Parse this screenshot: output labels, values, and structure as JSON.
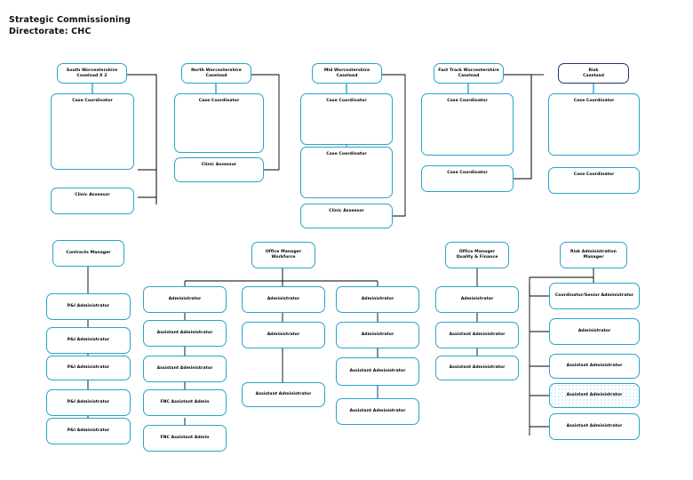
{
  "title": "Strategic Commissioning\nDirectorate: CHC",
  "colors": {
    "box_border": "#29A3CC",
    "box_border_navy": "#1F3864",
    "connector": "#000000",
    "text": "#000000",
    "background": "#FFFFFF"
  },
  "chart_data": {
    "type": "diagram",
    "title": "Strategic Commissioning Directorate: CHC",
    "diagram_kind": "organisational-chart"
  },
  "top_section": {
    "columns": [
      {
        "lead": "South Worcestershire\nCaseload X 2",
        "nodes": [
          "Case Coordinator",
          "Clinic Assessor"
        ]
      },
      {
        "lead": "North Worcestershire\nCaseload",
        "nodes": [
          "Case Coordinator",
          "Clinic Assessor"
        ]
      },
      {
        "lead": "Mid Worcestershire\nCaseload",
        "nodes": [
          "Case Coordinator",
          "Case Coordinator",
          "Clinic Assessor"
        ]
      },
      {
        "lead": "Fast Track Worcestershire\nCaseload",
        "nodes": [
          "Case Coordinator",
          "Case Coordinator"
        ]
      },
      {
        "lead": "Risk\nCaseload",
        "nodes": [
          "Case Coordinator",
          "Case Coordinator"
        ]
      }
    ]
  },
  "bottom_section": {
    "columns": [
      {
        "manager": "Contracts Manager",
        "nodes": [
          "P&I Administrator",
          "P&I Administrator",
          "P&I Administrator",
          "P&I Administrator",
          "P&I Administrator"
        ]
      },
      {
        "manager": "Office Manager\nWorkforce",
        "nodes": [
          "Administrator",
          "Assistant Administrator",
          "Assistant Administrator",
          "FNC Assistant Admin",
          "FNC Assistant Admin"
        ]
      },
      {
        "manager": "",
        "nodes": [
          "Administrator",
          "Administrator",
          "Assistant Administrator"
        ]
      },
      {
        "manager": "",
        "nodes": [
          "Administrator",
          "Administrator",
          "Assistant Administrator",
          "Assistant Administrator"
        ]
      },
      {
        "manager": "Office Manager\nQuality & Finance",
        "nodes": [
          "Administrator",
          "Assistant Administrator",
          "Assistant Administrator"
        ]
      },
      {
        "manager": "Risk Administration\nManager",
        "nodes": [
          "Coordinator/Senior Administrator",
          "Administrator",
          "Assistant Administrator",
          "Assistant Administrator",
          "Assistant Administrator"
        ]
      }
    ]
  },
  "nodes": {
    "t0_lead": "South Worcestershire\nCaseload X 2",
    "t0_a": "Case Coordinator",
    "t0_b": "Clinic Assessor",
    "t1_lead": "North Worcestershire\nCaseload",
    "t1_a": "Case Coordinator",
    "t1_b": "Clinic Assessor",
    "t2_lead": "Mid Worcestershire\nCaseload",
    "t2_a": "Case Coordinator",
    "t2_b": "Case Coordinator",
    "t2_c": "Clinic Assessor",
    "t3_lead": "Fast Track Worcestershire\nCaseload",
    "t3_a": "Case Coordinator",
    "t3_b": "Case Coordinator",
    "t4_lead": "Risk\nCaseload",
    "t4_a": "Case Coordinator",
    "t4_b": "Case Coordinator",
    "b0_mgr": "Contracts Manager",
    "b0_1": "P&I Administrator",
    "b0_2": "P&I Administrator",
    "b0_3": "P&I Administrator",
    "b0_4": "P&I Administrator",
    "b0_5": "P&I Administrator",
    "b1_mgr": "Office Manager\nWorkforce",
    "b1_1": "Administrator",
    "b1_2": "Assistant Administrator",
    "b1_3": "Assistant Administrator",
    "b1_4": "FNC Assistant Admin",
    "b1_5": "FNC Assistant Admin",
    "b2_1": "Administrator",
    "b2_2": "Administrator",
    "b2_3": "Assistant Administrator",
    "b3_1": "Administrator",
    "b3_2": "Administrator",
    "b3_3": "Assistant Administrator",
    "b3_4": "Assistant Administrator",
    "b4_mgr": "Office Manager\nQuality & Finance",
    "b4_1": "Administrator",
    "b4_2": "Assistant Administrator",
    "b4_3": "Assistant Administrator",
    "b5_mgr": "Risk Administration\nManager",
    "b5_1": "Coordinator/Senior Administrator",
    "b5_2": "Administrator",
    "b5_3": "Assistant Administrator",
    "b5_4": "Assistant Administrator",
    "b5_5": "Assistant Administrator"
  }
}
